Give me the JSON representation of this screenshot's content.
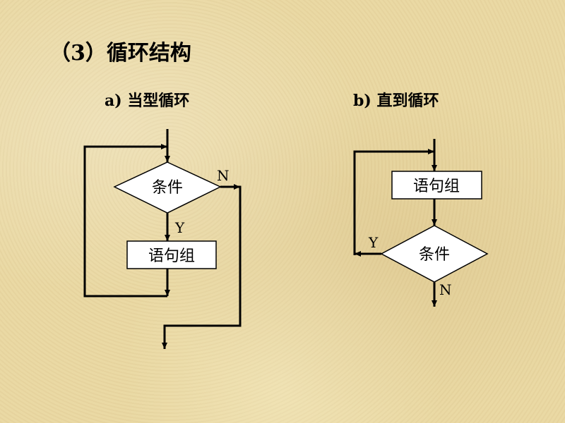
{
  "heading": "（3）循环结构",
  "while_loop": {
    "caption": "a) 当型循环",
    "condition": "条件",
    "statements": "语句组",
    "yes_label": "Y",
    "no_label": "N"
  },
  "until_loop": {
    "caption": "b) 直到循环",
    "condition": "条件",
    "statements": "语句组",
    "yes_label": "Y",
    "no_label": "N"
  },
  "colors": {
    "line": "#000000",
    "box_fill": "#ffffff"
  }
}
